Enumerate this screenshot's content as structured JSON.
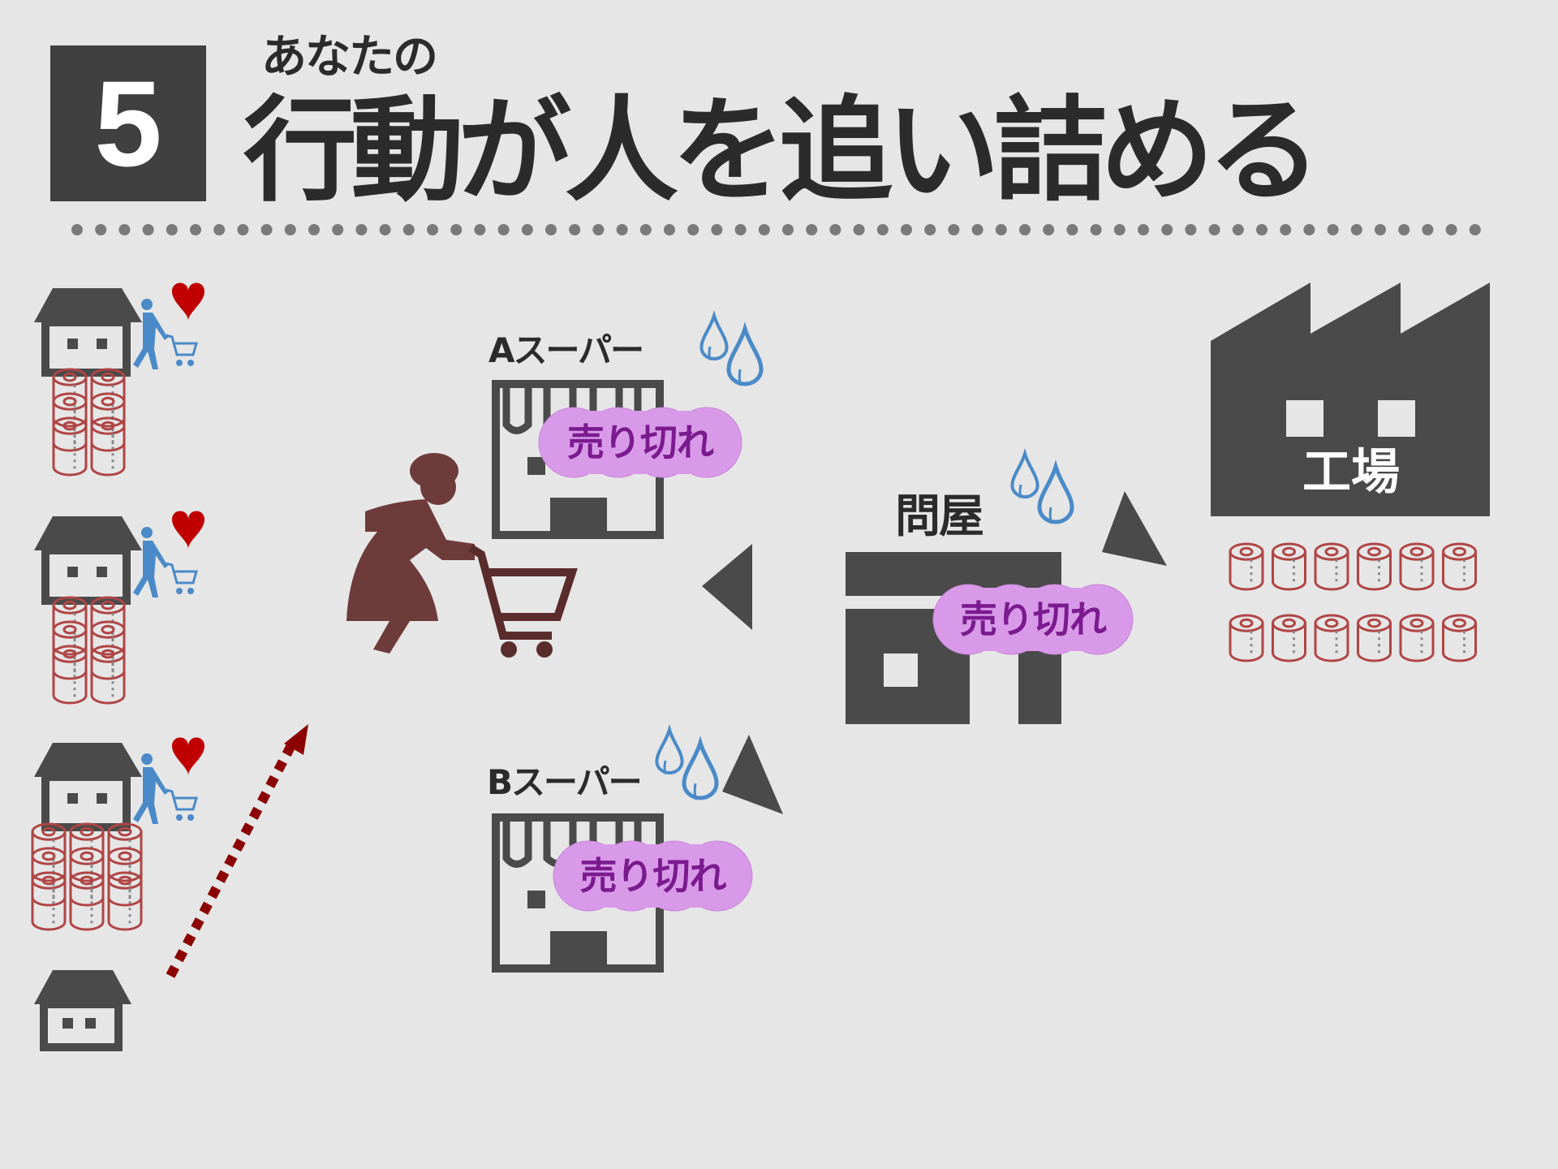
{
  "header": {
    "number": "5",
    "subtitle": "あなたの",
    "title": "行動が人を追い詰める"
  },
  "nodes": {
    "supermarket_a": {
      "label": "Aスーパー",
      "status": "売り切れ"
    },
    "supermarket_b": {
      "label": "Bスーパー",
      "status": "売り切れ"
    },
    "wholesaler": {
      "label": "問屋",
      "status": "売り切れ"
    },
    "factory": {
      "label": "工場"
    }
  },
  "households": [
    {
      "rolls": 6,
      "shopper": true,
      "heart": true
    },
    {
      "rolls": 6,
      "shopper": true,
      "heart": true
    },
    {
      "rolls": 9,
      "shopper": true,
      "heart": true
    },
    {
      "rolls": 0,
      "shopper": false,
      "heart": false
    }
  ],
  "factory_stock": {
    "rows": 2,
    "per_row": 6
  },
  "colors": {
    "background": "#e6e6e6",
    "dark": "#4a4a4a",
    "title": "#2b2b2b",
    "dots": "#7a7a7a",
    "shopper_blue": "#4a8ac8",
    "heart_red": "#c00000",
    "roll_red": "#b04545",
    "woman": "#6e3b3b",
    "arrow_red": "#8b0000",
    "soldout_bg": "#d89ae8",
    "soldout_text": "#7b1a8f",
    "drop_blue": "#4a8ac8"
  }
}
